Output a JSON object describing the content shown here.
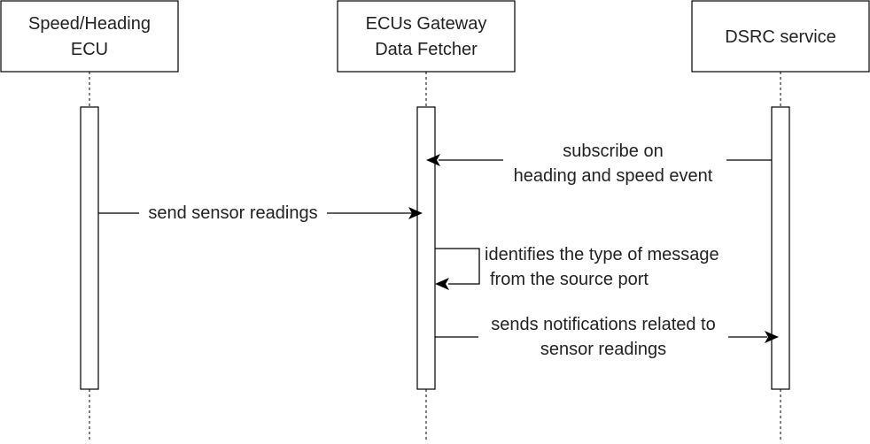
{
  "participants": {
    "speed_heading_ecu": {
      "line1": "Speed/Heading",
      "line2": "ECU"
    },
    "gateway": {
      "line1": "ECUs Gateway",
      "line2": "Data Fetcher"
    },
    "dsrc": {
      "label": "DSRC service"
    }
  },
  "messages": {
    "subscribe": {
      "line1": "subscribe on",
      "line2": "heading and speed event"
    },
    "send_readings": {
      "label": "send sensor readings"
    },
    "identify": {
      "line1": "identifies the type of message",
      "line2": "from the source port"
    },
    "notify": {
      "line1": "sends notifications related to",
      "line2": "sensor readings"
    }
  }
}
